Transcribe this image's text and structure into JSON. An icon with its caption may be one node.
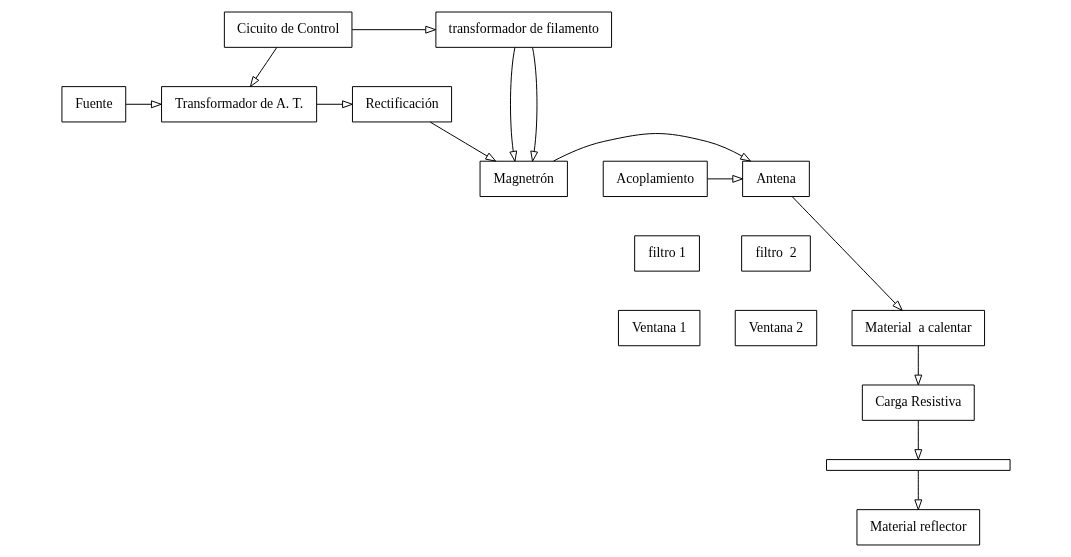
{
  "diagram": {
    "nodes": [
      {
        "text": [
          "Fuente"
        ]
      },
      {
        "text": [
          "Transformador de A. T."
        ]
      },
      {
        "text": [
          "Rectificación"
        ]
      },
      {
        "text": [
          "transformador de filamento"
        ]
      },
      {
        "text": [
          "Cicuito de Control"
        ]
      },
      {
        "text": [
          "Magnetrón"
        ]
      },
      {
        "text": [
          "Antena"
        ]
      },
      {
        "text": [
          "Acoplamiento"
        ]
      },
      {
        "text": [
          "filtro 1"
        ]
      },
      {
        "text": [
          "filtro  2"
        ]
      },
      {
        "text": [
          "Material  a calentar"
        ]
      },
      {
        "text": [
          "Ventana 1"
        ]
      },
      {
        "text": [
          "Ventana 2"
        ]
      },
      {
        "text": [
          "Carga Resistiva"
        ]
      },
      {
        "text": [],
        "shape": "bar"
      },
      {
        "text": [
          "Material reflector"
        ]
      }
    ],
    "edges": [
      {
        "from": 0,
        "to": 1,
        "arrow": "to"
      },
      {
        "from": 1,
        "to": 2,
        "arrow": "to"
      },
      {
        "from": 4,
        "to": 1,
        "arrow": "to"
      },
      {
        "from": 4,
        "to": 3,
        "arrow": "to"
      },
      {
        "from": 3,
        "to": 5,
        "arrow": "to"
      },
      {
        "from": 3,
        "to": 5,
        "arrow": "to"
      },
      {
        "from": 2,
        "to": 5,
        "arrow": "to"
      },
      {
        "from": 5,
        "to": 6,
        "arrow": "to"
      },
      {
        "from": 7,
        "to": 6,
        "arrow": "to"
      },
      {
        "from": 6,
        "to": 10,
        "arrow": "to"
      },
      {
        "from": 10,
        "to": 13,
        "arrow": "to"
      },
      {
        "from": 13,
        "to": 14,
        "arrow": "to"
      },
      {
        "from": 14,
        "to": 15,
        "arrow": "to"
      }
    ]
  }
}
